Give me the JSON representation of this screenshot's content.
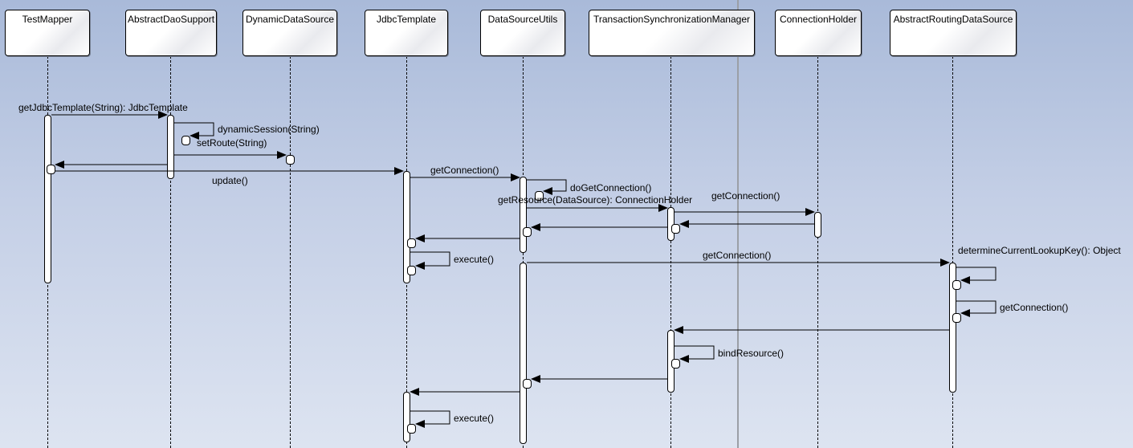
{
  "lifelines": [
    {
      "id": "testmapper",
      "label": "TestMapper"
    },
    {
      "id": "abstractdaosupport",
      "label": "AbstractDaoSupport"
    },
    {
      "id": "dynamicdatasource",
      "label": "DynamicDataSource"
    },
    {
      "id": "jdbctemplate",
      "label": "JdbcTemplate"
    },
    {
      "id": "datasourceutils",
      "label": "DataSourceUtils"
    },
    {
      "id": "transactionsynchronizationmanager",
      "label": "TransactionSynchronizationManager"
    },
    {
      "id": "connectionholder",
      "label": "ConnectionHolder"
    },
    {
      "id": "abstractroutingdatasource",
      "label": "AbstractRoutingDataSource"
    }
  ],
  "messages": [
    {
      "label": "getJdbcTemplate(String): JdbcTemplate"
    },
    {
      "label": "dynamicSession(String)"
    },
    {
      "label": "setRoute(String)"
    },
    {
      "label": ""
    },
    {
      "label": "update()"
    },
    {
      "label": "getConnection()"
    },
    {
      "label": "doGetConnection()"
    },
    {
      "label": "getResource(DataSource): ConnectionHolder"
    },
    {
      "label": "getConnection()"
    },
    {
      "label": ""
    },
    {
      "label": ""
    },
    {
      "label": ""
    },
    {
      "label": "execute()"
    },
    {
      "label": "getConnection()"
    },
    {
      "label": "determineCurrentLookupKey(): Object"
    },
    {
      "label": "getConnection()"
    },
    {
      "label": ""
    },
    {
      "label": "bindResource()"
    },
    {
      "label": ""
    },
    {
      "label": ""
    },
    {
      "label": "execute()"
    }
  ]
}
